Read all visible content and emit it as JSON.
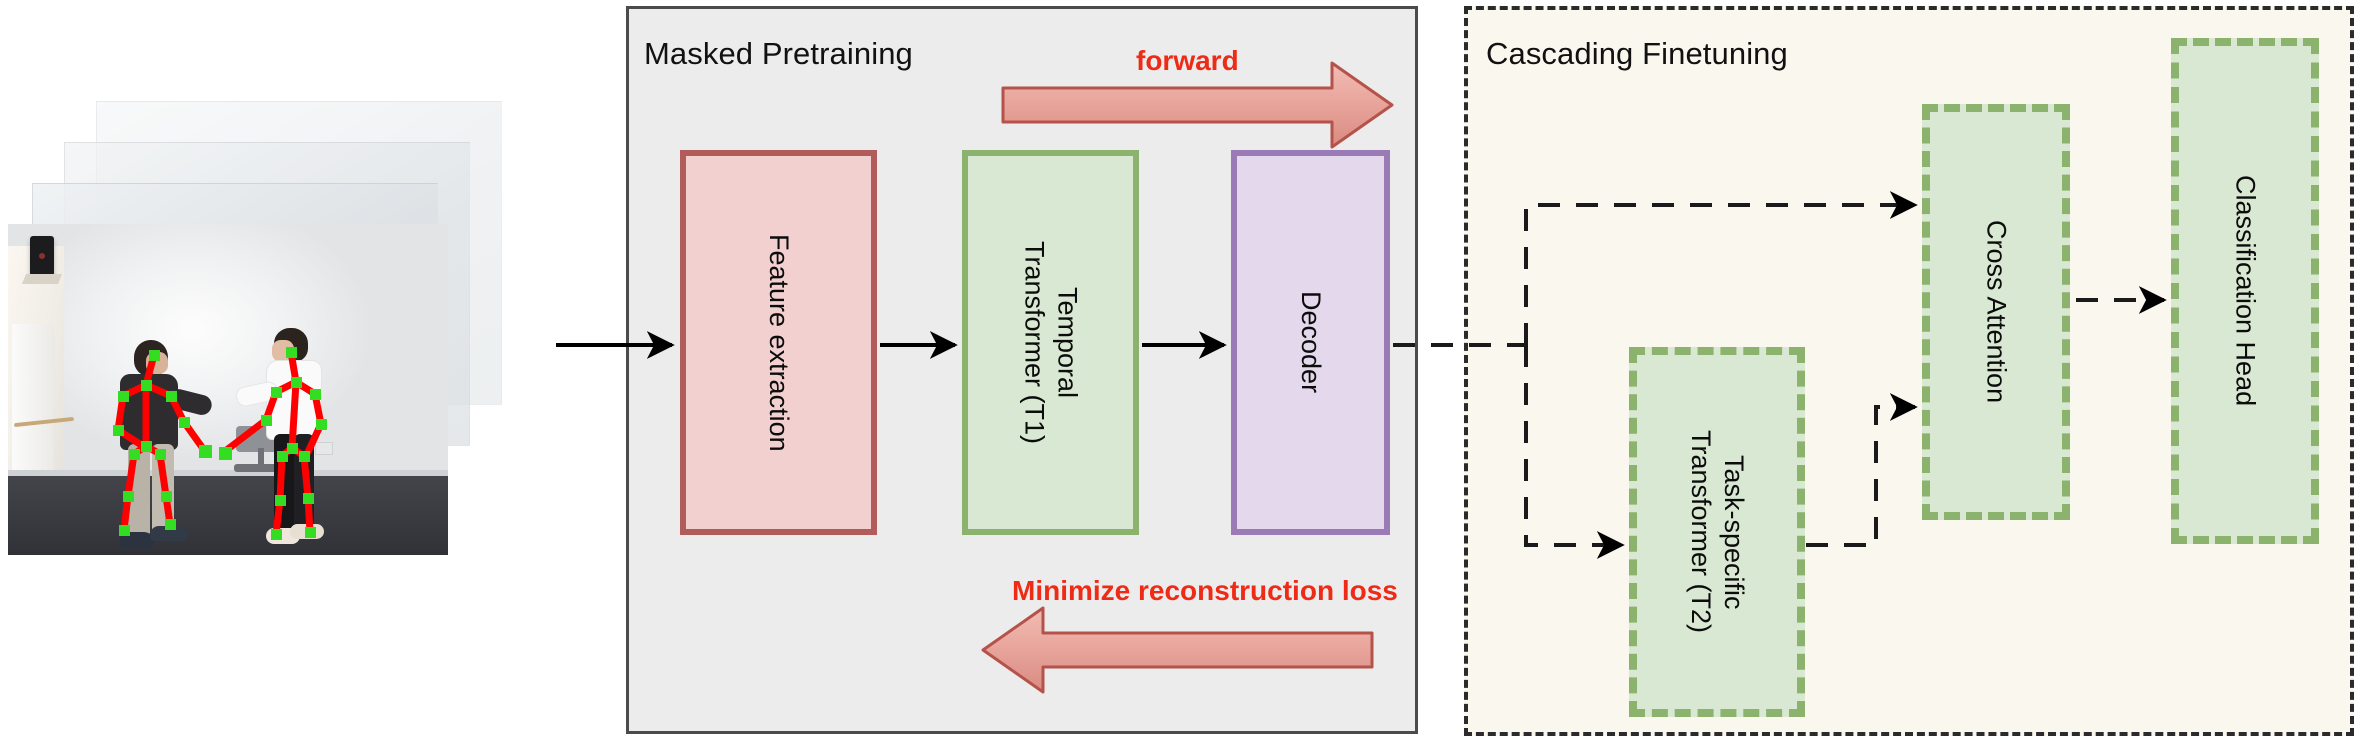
{
  "diagram": {
    "title": "Masked Pretraining and Cascading Finetuning pipeline",
    "panels": [
      {
        "id": "masked-pretraining",
        "title": "Masked Pretraining",
        "border": "solid",
        "bg": "#ececec"
      },
      {
        "id": "cascading-finetuning",
        "title": "Cascading Finetuning",
        "border": "dashed",
        "bg": "#faf7ef"
      }
    ]
  },
  "input": {
    "name": "video-frame-stack",
    "frames": 4,
    "description": "Stacked RGB video frames of two people shaking hands with red-and-green skeleton keypoint overlay"
  },
  "blocks": {
    "feature_extraction": {
      "label": "Feature extraction",
      "fill": "#f2d0d0",
      "stroke": "#b15b5b",
      "border_style": "solid"
    },
    "temporal_transformer": {
      "label": "Temporal\nTransformer (T1)",
      "fill": "#d9e8d2",
      "stroke": "#8bb36d",
      "border_style": "solid"
    },
    "decoder": {
      "label": "Decoder",
      "fill": "#e3d8ec",
      "stroke": "#9a7bb5",
      "border_style": "solid"
    },
    "task_specific_transformer": {
      "label": "Task-specific\nTransformer (T2)",
      "fill": "#d9e8d2",
      "stroke": "#8bb36d",
      "border_style": "dashed"
    },
    "cross_attention": {
      "label": "Cross Attention",
      "fill": "#d9e8d2",
      "stroke": "#8bb36d",
      "border_style": "dashed"
    },
    "classification_head": {
      "label": "Classification Head",
      "fill": "#d9e8d2",
      "stroke": "#8bb36d",
      "border_style": "dashed"
    }
  },
  "annotations": {
    "forward": {
      "label": "forward",
      "color": "#ee2b16",
      "arrow_direction": "right"
    },
    "reconstruction": {
      "label": "Minimize reconstruction loss",
      "color": "#ee2b16",
      "arrow_direction": "left"
    }
  },
  "flows": [
    {
      "from": "video-frame-stack",
      "to": "feature_extraction",
      "style": "solid"
    },
    {
      "from": "feature_extraction",
      "to": "temporal_transformer",
      "style": "solid"
    },
    {
      "from": "temporal_transformer",
      "to": "decoder",
      "style": "solid"
    },
    {
      "from": "decoder",
      "to": "cross_attention",
      "style": "dashed"
    },
    {
      "from": "decoder",
      "to": "task_specific_transformer",
      "style": "dashed"
    },
    {
      "from": "task_specific_transformer",
      "to": "cross_attention",
      "style": "dashed"
    },
    {
      "from": "cross_attention",
      "to": "classification_head",
      "style": "dashed"
    }
  ],
  "colors": {
    "panel_left_bg": "#ececec",
    "panel_right_bg": "#faf7ef",
    "red_accent": "#ee2b16",
    "arrow_fill": "#e8a79f",
    "arrow_stroke": "#b5524a",
    "green_box": "#d9e8d2",
    "green_border": "#8bb36d",
    "red_box": "#f2d0d0",
    "red_border": "#b15b5b",
    "purple_box": "#e3d8ec",
    "purple_border": "#9a7bb5",
    "skeleton_bone": "#ff0000",
    "skeleton_joint": "#33dd22"
  }
}
